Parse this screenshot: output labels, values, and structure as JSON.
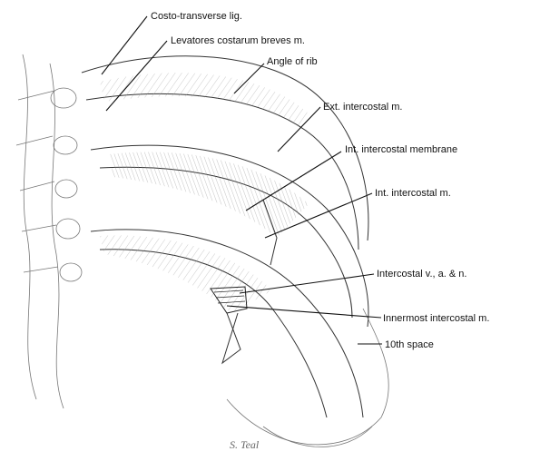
{
  "labels": [
    {
      "id": "costo-transverse",
      "text": "Costo-transverse lig."
    },
    {
      "id": "levatores",
      "text": "Levatores costarum breves m."
    },
    {
      "id": "angle-of-rib",
      "text": "Angle of rib"
    },
    {
      "id": "ext-intercostal",
      "text": "Ext. intercostal m."
    },
    {
      "id": "int-intercostal-membrane",
      "text": "Int. intercostal  membrane"
    },
    {
      "id": "int-intercostal",
      "text": "Int. intercostal  m."
    },
    {
      "id": "intercostal-van",
      "text": "Intercostal v., a. & n."
    },
    {
      "id": "innermost-intercostal",
      "text": "Innermost intercostal  m."
    },
    {
      "id": "tenth-space",
      "text": "10th space"
    }
  ],
  "signature": "S. Teal"
}
